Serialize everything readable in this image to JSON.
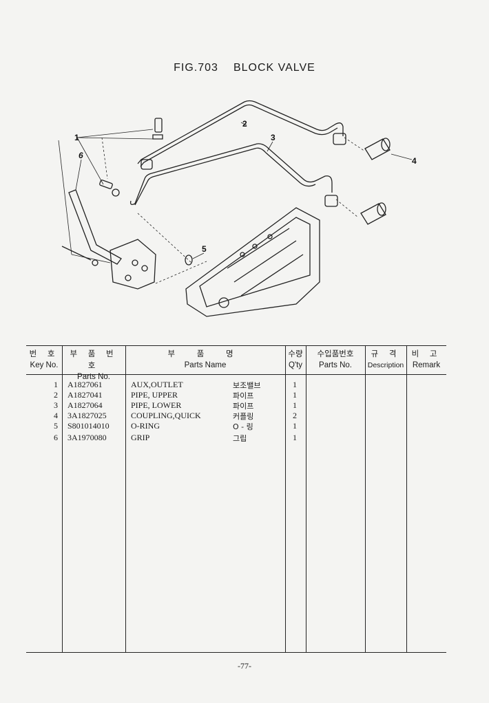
{
  "figure": {
    "number": "FIG.703",
    "name": "BLOCK VALVE"
  },
  "callouts": [
    "1",
    "2",
    "3",
    "4",
    "5",
    "6"
  ],
  "table": {
    "headers": [
      {
        "ko": "번 호",
        "en": "Key No."
      },
      {
        "ko": "부 품 번 호",
        "en": "Parts No."
      },
      {
        "ko": "부  품  명",
        "en": "Parts  Name"
      },
      {
        "ko": "수량",
        "en": "Q'ty"
      },
      {
        "ko": "수입품번호",
        "en": "Parts No."
      },
      {
        "ko": "규 격",
        "en": "Description"
      },
      {
        "ko": "비 고",
        "en": "Remark"
      }
    ],
    "rows": [
      {
        "key": "1",
        "part_no": "A1827061",
        "name": "AUX,OUTLET",
        "name_ko": "보조밸브",
        "qty": "1"
      },
      {
        "key": "2",
        "part_no": "A1827041",
        "name": "PIPE, UPPER",
        "name_ko": "파이프",
        "qty": "1"
      },
      {
        "key": "3",
        "part_no": "A1827064",
        "name": "PIPE, LOWER",
        "name_ko": "파이프",
        "qty": "1"
      },
      {
        "key": "4",
        "part_no": "3A1827025",
        "name": "COUPLING,QUICK",
        "name_ko": "커플링",
        "qty": "2"
      },
      {
        "key": "5",
        "part_no": "S801014010",
        "name": "O-RING",
        "name_ko": "O - 링",
        "qty": "1"
      },
      {
        "key": "6",
        "part_no": "3A1970080",
        "name": "GRIP",
        "name_ko": "그립",
        "qty": "1"
      }
    ]
  },
  "page_number": "-77-"
}
